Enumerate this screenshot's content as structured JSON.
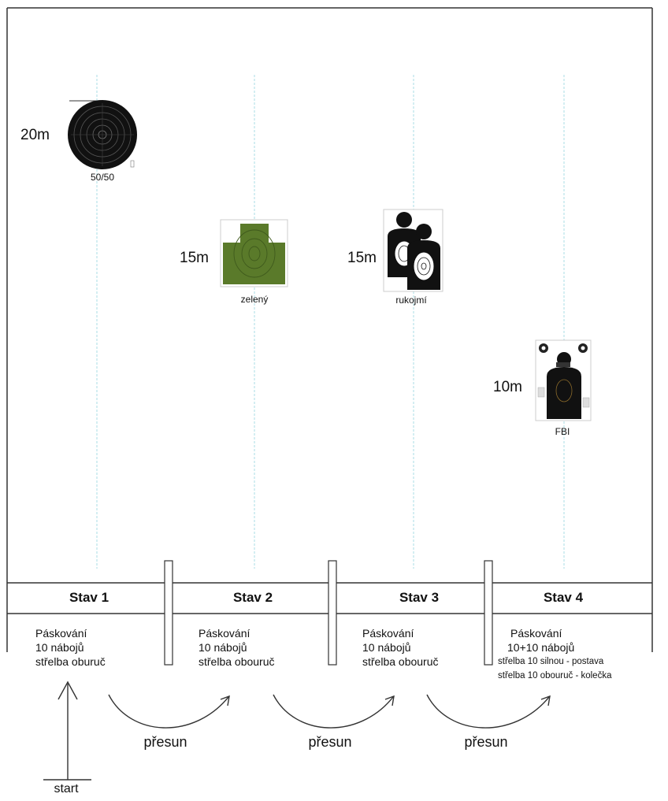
{
  "targets": [
    {
      "distance": "20m",
      "label": "50/50",
      "icon": "bullseye-target-icon"
    },
    {
      "distance": "15m",
      "label": "zelený",
      "icon": "green-silhouette-target-icon"
    },
    {
      "distance": "15m",
      "label": "rukojmí",
      "icon": "hostage-target-icon"
    },
    {
      "distance": "10m",
      "label": "FBI",
      "icon": "fbi-target-icon"
    }
  ],
  "stations": [
    {
      "title": "Stav 1",
      "lines": [
        "Páskování",
        "10 nábojů",
        "střelba oburuč"
      ]
    },
    {
      "title": "Stav 2",
      "lines": [
        "Páskování",
        "10 nábojů",
        "střelba obouruč"
      ]
    },
    {
      "title": "Stav 3",
      "lines": [
        "Páskování",
        "10 nábojů",
        "střelba obouruč"
      ]
    },
    {
      "title": "Stav 4",
      "lines": [
        "Páskování",
        "10+10 nábojů",
        "střelba 10 silnou - postava",
        "střelba 10 obouruč - kolečka"
      ]
    }
  ],
  "moves": [
    "přesun",
    "přesun",
    "přesun"
  ],
  "start_label": "start",
  "colors": {
    "border": "#333333",
    "lane_line": "#a8dde6",
    "target_black": "#111111",
    "target_green": "#5a7a2a",
    "target_green_dark": "#3f5a1c"
  }
}
